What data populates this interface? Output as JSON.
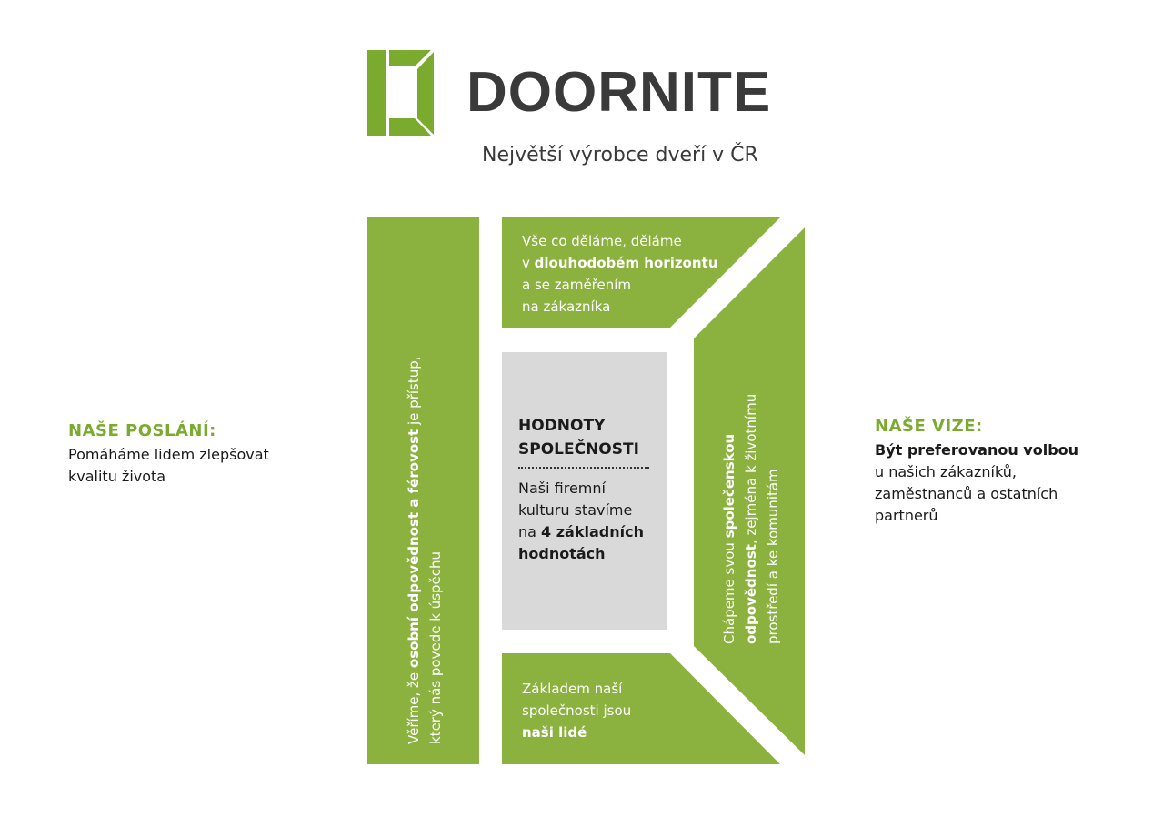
{
  "brand": {
    "name": "DOORNITE",
    "tagline": "Největší výrobce dveří v ČR",
    "green": "#7aab2e",
    "panel_green": "#8bb13f",
    "gray": "#d9d9d9"
  },
  "mission": {
    "title": "NAŠE POSLÁNÍ:",
    "line1": "Pomáháme lidem zlepšovat",
    "line2": "kvalitu života"
  },
  "vision": {
    "title": "NAŠE VIZE:",
    "bold": "Být preferovanou volbou",
    "line2": "u našich zákazníků,",
    "line3": "zaměstnanců a ostatních",
    "line4": "partnerů"
  },
  "values": {
    "center": {
      "title1": "HODNOTY",
      "title2": "SPOLEČNOSTI",
      "l1": "Naši firemní",
      "l2": "kulturu stavíme",
      "l3a": "na ",
      "l3b": "4 základních",
      "l4": "hodnotách"
    },
    "top": {
      "l1": "Vše co děláme, děláme",
      "l2a": "v ",
      "l2b": "dlouhodobém horizontu",
      "l3": "a se zaměřením",
      "l4": "na zákazníka"
    },
    "bottom": {
      "l1": "Základem naší",
      "l2": "společnosti jsou",
      "l3": "naši lidé"
    },
    "left": {
      "l1a": "Věříme, že ",
      "l1b": "osobní odpovědnost a férovost",
      "l1c": " je přístup,",
      "l2": "který nás povede k úspěchu"
    },
    "right": {
      "l1a": "Chápeme svou ",
      "l1b": "společenskou",
      "l2a": "odpovědnost",
      "l2b": ", zejména k životnímu",
      "l3": "prostředí a ke komunitám"
    }
  }
}
